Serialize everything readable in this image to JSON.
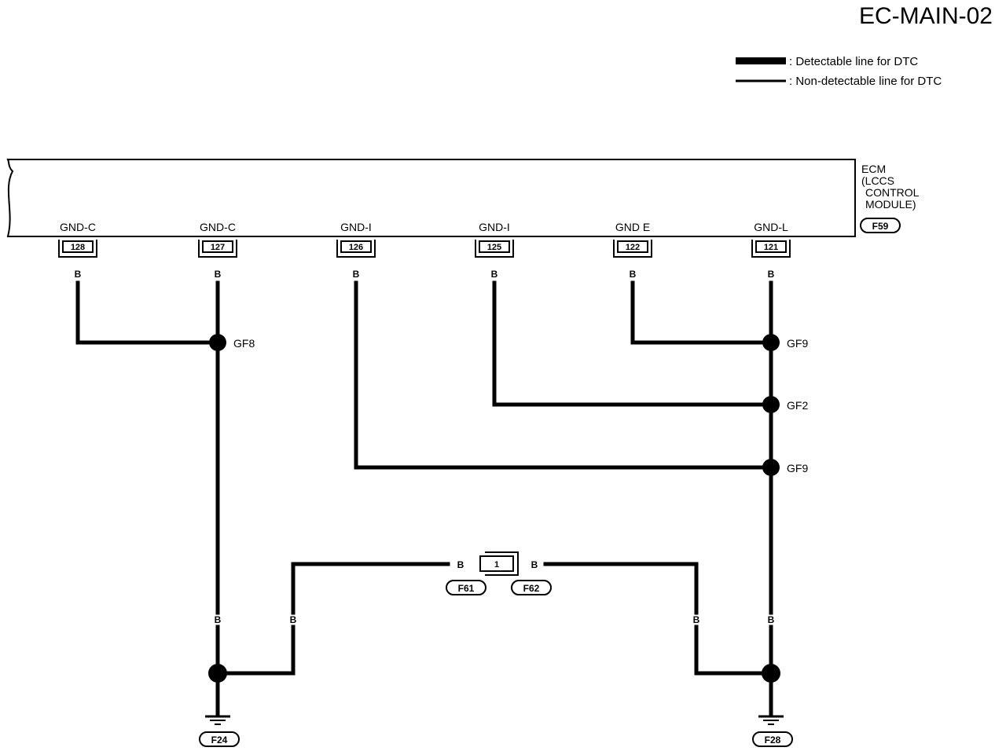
{
  "header": {
    "title": "EC-MAIN-02",
    "legend": {
      "detectable": ": Detectable line for DTC",
      "non_detectable": ": Non-detectable line for DTC"
    }
  },
  "ecm": {
    "name_lines": [
      "ECM",
      "(LCCS",
      "CONTROL",
      "MODULE)"
    ],
    "connector": "F59",
    "terminals": [
      {
        "label": "GND-C",
        "pin": "128",
        "wire": "B"
      },
      {
        "label": "GND-C",
        "pin": "127",
        "wire": "B"
      },
      {
        "label": "GND-I",
        "pin": "126",
        "wire": "B"
      },
      {
        "label": "GND-I",
        "pin": "125",
        "wire": "B"
      },
      {
        "label": "GND E",
        "pin": "122",
        "wire": "B"
      },
      {
        "label": "GND-L",
        "pin": "121",
        "wire": "B"
      }
    ]
  },
  "junctions": {
    "gf8": "GF8",
    "gf9_top": "GF9",
    "gf2": "GF2",
    "gf9_bottom": "GF9"
  },
  "joint_connector": {
    "pin": "1",
    "left_connector": "F61",
    "right_connector": "F62",
    "left_wire": "B",
    "right_wire": "B"
  },
  "lower_wires": {
    "left_vertical": "B",
    "left_up": "B",
    "right_down": "B",
    "right_vertical": "B"
  },
  "grounds": {
    "left": "F24",
    "right": "F28"
  }
}
